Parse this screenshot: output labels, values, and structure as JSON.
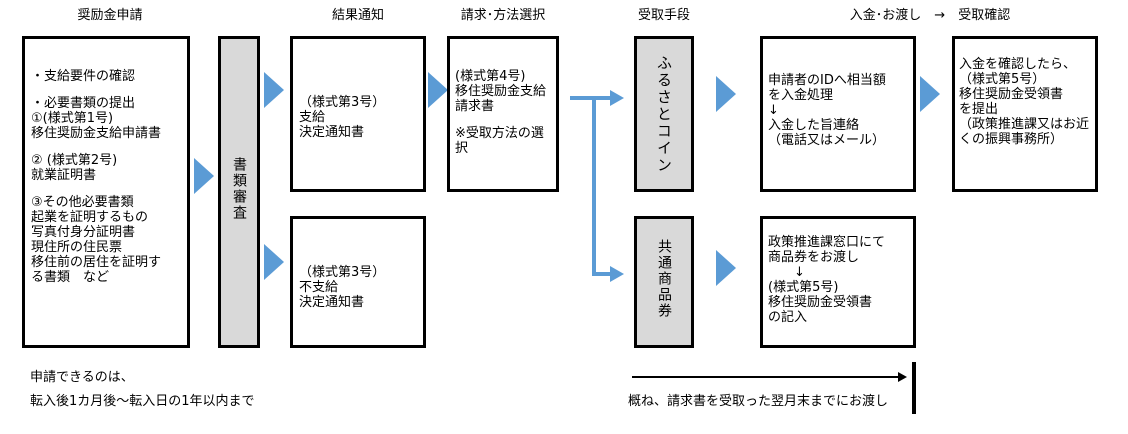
{
  "headers": {
    "application": "奨励金申請",
    "result": "結果通知",
    "billing": "請求･方法選択",
    "receive_means": "受取手段",
    "payment": "入金･お渡し　→　受取確認"
  },
  "application_box": {
    "lines": [
      "・支給要件の確認",
      "",
      "・必要書類の提出",
      "①(様式第1号)",
      "移住奨励金支給申請書",
      "",
      "② (様式第2号)",
      "就業証明書",
      "",
      "③その他必要書類",
      "起業を証明するもの",
      "写真付身分証明書",
      "現住所の住民票",
      "移住前の居住を証明す",
      "る書類　など"
    ]
  },
  "review_box": {
    "label": "書類審査"
  },
  "approval_box": {
    "lines": [
      "（様式第3号）",
      "支給",
      "決定通知書"
    ]
  },
  "rejection_box": {
    "lines": [
      "（様式第3号）",
      "不支給",
      "決定通知書"
    ]
  },
  "billing_box": {
    "lines": [
      "(様式第4号)",
      "移住奨励金支給",
      "請求書",
      "",
      "※受取方法の選",
      "択"
    ]
  },
  "furusato_box": {
    "label": "ふるさとコイン"
  },
  "kyotsu_box": {
    "label": "共通商品券"
  },
  "coin_payment_box": {
    "lines": [
      "申請者のIDへ相当額",
      "を入金処理",
      "↓",
      "入金した旨連絡",
      "（電話又はメール）"
    ]
  },
  "coin_confirm_box": {
    "lines": [
      "入金を確認したら、",
      "（様式第5号）",
      "移住奨励金受領書",
      "を提出",
      "（政策推進課又はお近",
      "くの振興事務所）"
    ]
  },
  "voucher_box": {
    "lines": [
      "政策推進課窓口にて",
      "商品券をお渡し",
      "　　↓",
      "(様式第5号)",
      "移住奨励金受領書",
      "の記入"
    ]
  },
  "footer": {
    "left_line1": "申請できるのは、",
    "left_line2": "転入後1カ月後～転入日の1年以内まで",
    "right": "概ね、請求書を受取った翌月末までにお渡し"
  },
  "colors": {
    "arrow": "#5b9bd5",
    "grey_box": "#d9d9d9",
    "border": "#000000"
  }
}
